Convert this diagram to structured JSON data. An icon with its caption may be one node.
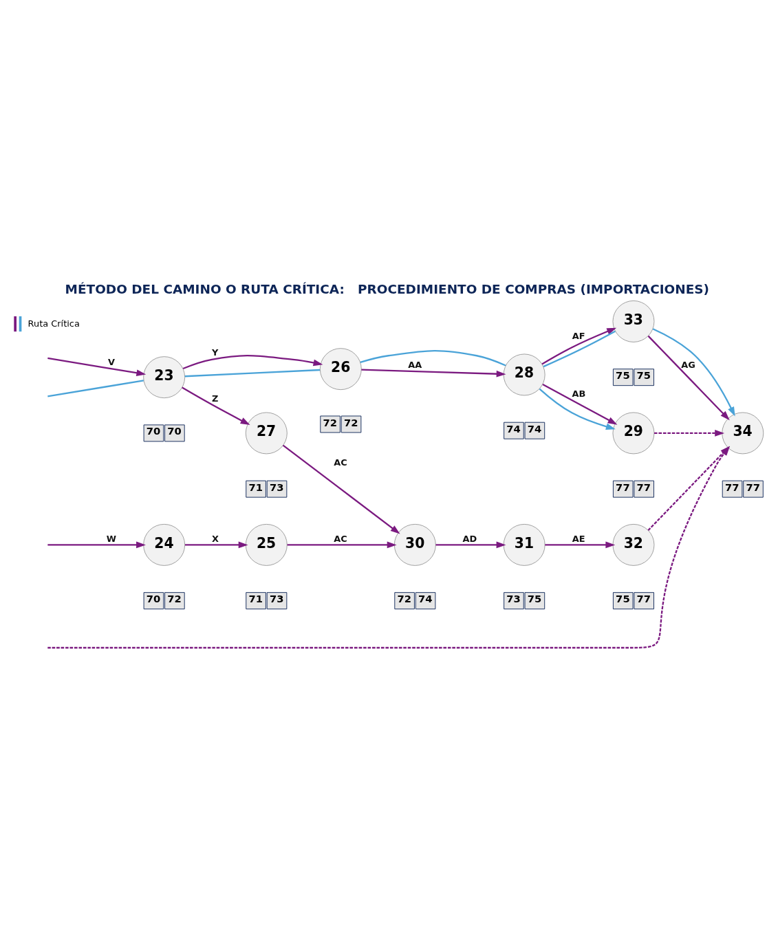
{
  "diagram": {
    "title": "MÉTODO DEL CAMINO O RUTA CRÍTICA:   PROCEDIMIENTO DE COMPRAS (IMPORTACIONES)",
    "nodes": [
      {
        "text": [
          "23"
        ],
        "beside": [
          "70",
          "70"
        ]
      },
      {
        "text": [
          "24"
        ],
        "beside": [
          "70",
          "72"
        ]
      },
      {
        "text": [
          "25"
        ],
        "beside": [
          "71",
          "73"
        ]
      },
      {
        "text": [
          "26"
        ],
        "beside": [
          "72",
          "72"
        ]
      },
      {
        "text": [
          "27"
        ],
        "beside": [
          "71",
          "73"
        ]
      },
      {
        "text": [
          "28"
        ],
        "beside": [
          "74",
          "74"
        ]
      },
      {
        "text": [
          "29"
        ],
        "beside": [
          "77",
          "77"
        ]
      },
      {
        "text": [
          "30"
        ],
        "beside": [
          "72",
          "74"
        ]
      },
      {
        "text": [
          "31"
        ],
        "beside": [
          "73",
          "75"
        ]
      },
      {
        "text": [
          "32"
        ],
        "beside": [
          "75",
          "77"
        ]
      },
      {
        "text": [
          "33"
        ],
        "beside": [
          "75",
          "75"
        ]
      },
      {
        "text": [
          "34"
        ],
        "beside": [
          "77",
          "77"
        ]
      }
    ],
    "edges": [
      {
        "from": null,
        "to": 0,
        "arrow": "none",
        "color": "#4aa3d8"
      },
      {
        "from": null,
        "to": 0,
        "arrow": "to",
        "label": "V"
      },
      {
        "from": null,
        "to": 1,
        "arrow": "to",
        "label": "W"
      },
      {
        "from": 0,
        "to": 3,
        "arrow": "to",
        "label": "Y"
      },
      {
        "from": 0,
        "to": 3,
        "arrow": "none",
        "color": "#4aa3d8"
      },
      {
        "from": 0,
        "to": 4,
        "arrow": "to",
        "label": "Z"
      },
      {
        "from": 1,
        "to": 2,
        "arrow": "to",
        "label": "X"
      },
      {
        "from": 2,
        "to": 7,
        "arrow": "to",
        "label": "AC"
      },
      {
        "from": 4,
        "to": 7,
        "arrow": "to",
        "label": "AC"
      },
      {
        "from": 3,
        "to": 5,
        "arrow": "to",
        "label": "AA"
      },
      {
        "from": 3,
        "to": 5,
        "arrow": "none",
        "color": "#4aa3d8"
      },
      {
        "from": 5,
        "to": 6,
        "arrow": "to",
        "label": "AB"
      },
      {
        "from": 5,
        "to": 6,
        "arrow": "to",
        "color": "#4aa3d8"
      },
      {
        "from": 5,
        "to": 10,
        "arrow": "to",
        "label": "AF"
      },
      {
        "from": 5,
        "to": 10,
        "arrow": "none",
        "color": "#4aa3d8"
      },
      {
        "from": 7,
        "to": 8,
        "arrow": "to",
        "label": "AD"
      },
      {
        "from": 8,
        "to": 9,
        "arrow": "to",
        "label": "AE"
      },
      {
        "from": 10,
        "to": 11,
        "arrow": "to",
        "label": "AG"
      },
      {
        "from": 10,
        "to": 11,
        "arrow": "to",
        "color": "#4aa3d8"
      },
      {
        "from": 6,
        "to": 11,
        "arrow": "to",
        "style": "dashed"
      },
      {
        "from": null,
        "to": 11,
        "arrow": "to",
        "style": "dashed"
      },
      {
        "from": 9,
        "to": 11,
        "arrow": "to",
        "style": "dashed"
      }
    ],
    "legend": [
      {
        "text": "Ruta Crítica"
      }
    ]
  }
}
